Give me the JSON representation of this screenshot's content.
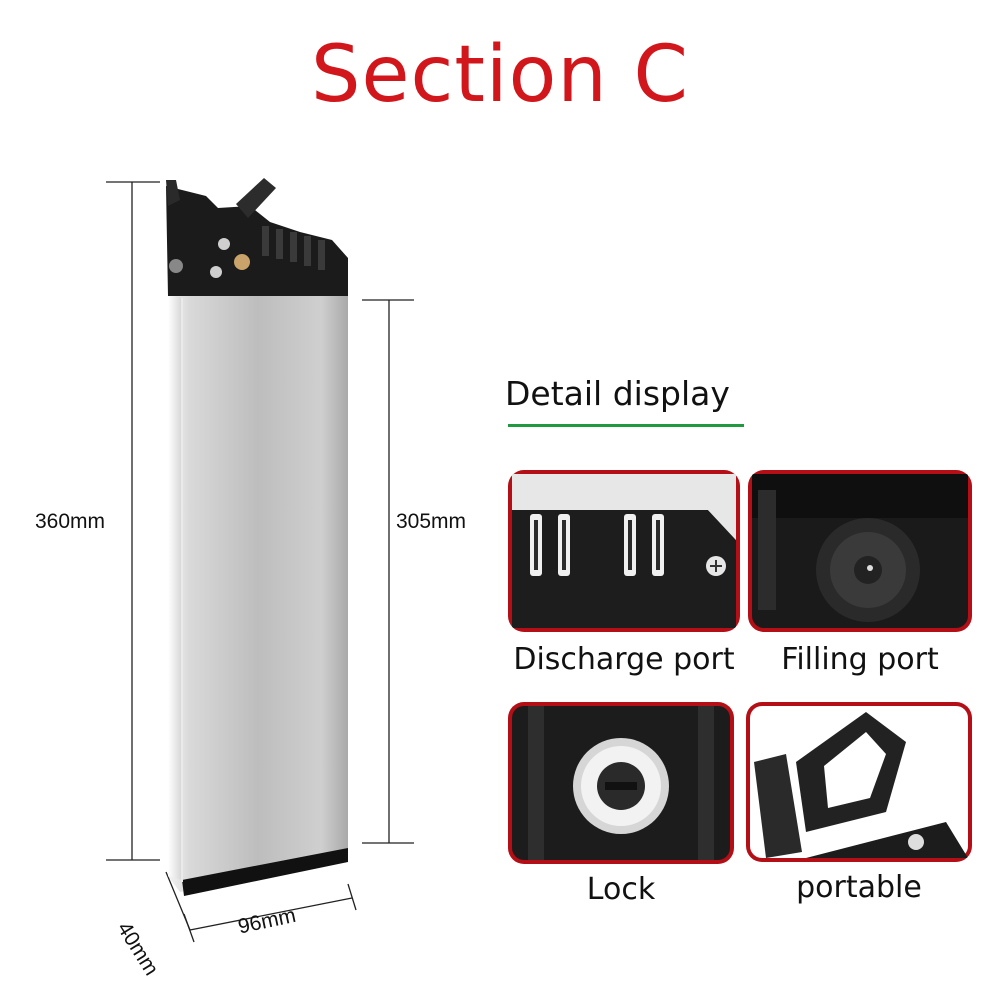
{
  "title": "Section C",
  "dimensions": {
    "total_height": "360mm",
    "body_height": "305mm",
    "width": "96mm",
    "depth": "40mm"
  },
  "detail": {
    "heading": "Detail display",
    "items": [
      {
        "label": "Discharge port"
      },
      {
        "label": "Filling port"
      },
      {
        "label": "Lock"
      },
      {
        "label": "portable"
      }
    ]
  },
  "colors": {
    "title": "#d1161c",
    "tile_border": "#b40f16",
    "heading_rule": "#1f9a3f",
    "battery_body": "#c9c9c9",
    "battery_cap": "#1b1b1b"
  }
}
